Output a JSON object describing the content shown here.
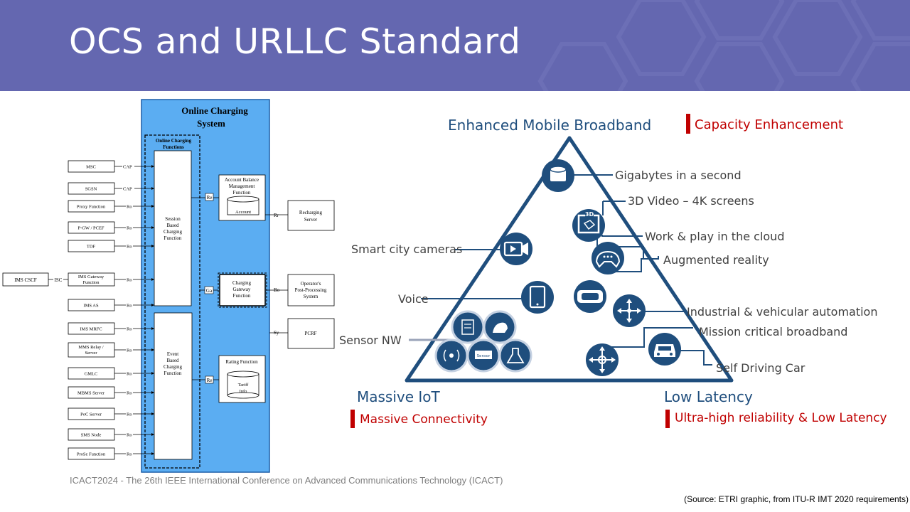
{
  "slide": {
    "title": "OCS and URLLC Standard",
    "footer": "ICACT2024 - The 26th IEEE International Conference on Advanced Communications Technology (ICACT)",
    "source": "(Source: ETRI graphic, from ITU-R IMT 2020 requirements)"
  },
  "ocs": {
    "title_line1": "Online Charging",
    "title_line2": "System",
    "functions_title_line1": "Online Charging",
    "functions_title_line2": "Functions",
    "session_block": [
      "Session",
      "Based",
      "Charging",
      "Function"
    ],
    "event_block": [
      "Event",
      "Based",
      "Charging",
      "Function"
    ],
    "account_balance": [
      "Account Balance",
      "Management",
      "Function"
    ],
    "account": "Account",
    "charging_gateway": [
      "Charging",
      "Gateway",
      "Function"
    ],
    "rating_function": "Rating Function",
    "tariff_info": [
      "Tariff",
      "Info"
    ],
    "recharging_server": [
      "Recharging",
      "Server"
    ],
    "post_processing": [
      "Operator's",
      "Post-Processing",
      "System"
    ],
    "pcrf": "PCRF",
    "ims_cscf": "IMS   CSCF",
    "isc": "ISC",
    "if_re": "Re",
    "if_rr": "Rr",
    "if_ga": "Ga",
    "if_bo": "Bo",
    "if_sy": "Sy",
    "left_nodes": [
      {
        "label": "MSC",
        "iface": "CAP"
      },
      {
        "label": "SGSN",
        "iface": "CAP"
      },
      {
        "label": "Proxy Function",
        "iface": "Ro"
      },
      {
        "label": "P-GW / PCEF",
        "iface": "Ro"
      },
      {
        "label": "TDF",
        "iface": "Ro"
      },
      {
        "label": "IMS Gateway Function",
        "iface": "Ro"
      },
      {
        "label": "IMS AS",
        "iface": "Ro"
      },
      {
        "label": "IMS MRFC",
        "iface": "Ro"
      },
      {
        "label": "MMS Relay / Server",
        "iface": "Ro"
      },
      {
        "label": "GMLC",
        "iface": "Ro"
      },
      {
        "label": "MBMS Server",
        "iface": "Ro"
      },
      {
        "label": "PoC Server",
        "iface": "Ro"
      },
      {
        "label": "SMS Node",
        "iface": "Ro"
      },
      {
        "label": "ProSe Function",
        "iface": "Ro"
      }
    ]
  },
  "triangle": {
    "top_title": "Enhanced Mobile Broadband",
    "top_tag": "Capacity Enhancement",
    "left_title": "Massive IoT",
    "left_tag": "Massive Connectivity",
    "right_title": "Low Latency",
    "right_tag": "Ultra-high reliability & Low Latency",
    "labels": {
      "gigabytes": "Gigabytes in a second",
      "video3d": "3D Video – 4K screens",
      "cloud": "Work & play in the cloud",
      "ar": "Augmented reality",
      "industrial": "Industrial & vehicular automation",
      "mission": "Mission critical broadband",
      "self_driving": "Self Driving Car",
      "smart_city": "Smart city cameras",
      "voice": "Voice",
      "sensor_nw": "Sensor NW"
    },
    "icon_text": {
      "video3d": "3D",
      "sensor": "Sensor"
    }
  },
  "colors": {
    "banner": "#6467b0",
    "ocs_fill": "#5badf2",
    "triangle_blue": "#1f4e7d",
    "tag_red": "#c00000"
  }
}
